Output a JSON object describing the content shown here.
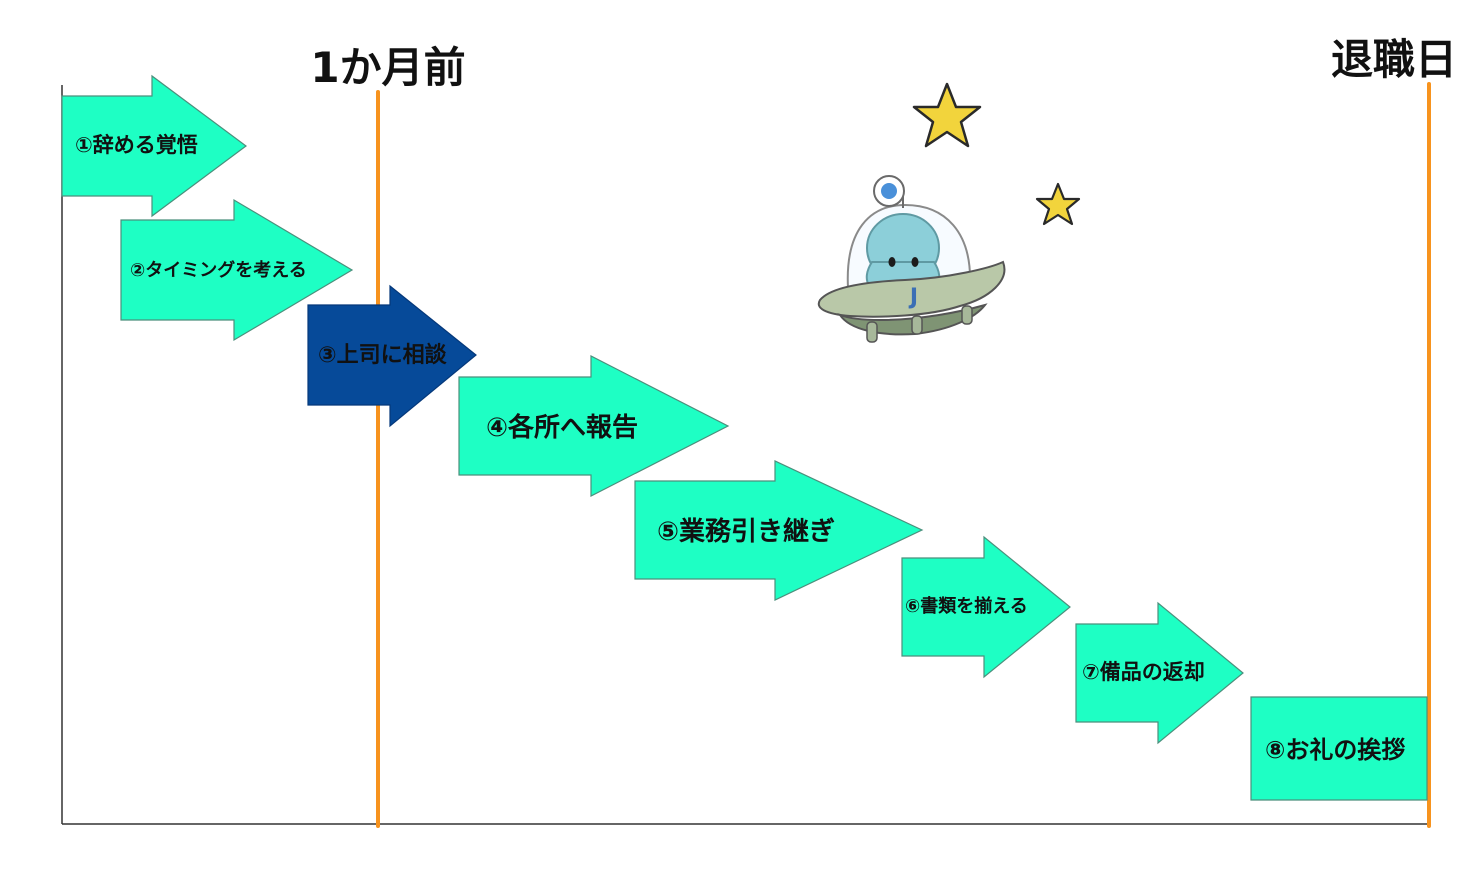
{
  "milestones": {
    "one_month_before": "1か月前",
    "retirement_day": "退職日"
  },
  "steps": [
    {
      "label": "①辞める覚悟",
      "highlight": false
    },
    {
      "label": "②タイミングを考える",
      "highlight": false
    },
    {
      "label": "③上司に相談",
      "highlight": true
    },
    {
      "label": "④各所へ報告",
      "highlight": false
    },
    {
      "label": "⑤業務引き継ぎ",
      "highlight": false
    },
    {
      "label": "⑥書類を揃える",
      "highlight": false
    },
    {
      "label": "⑦備品の返却",
      "highlight": false
    },
    {
      "label": "⑧お礼の挨拶",
      "highlight": false
    }
  ],
  "colors": {
    "step_fill": "#1effc4",
    "step_stroke": "#4b8f7c",
    "highlight_fill": "#064a99",
    "highlight_text": "#ffffff",
    "milestone_line": "#f7931e",
    "axis": "#333333",
    "star": "#f2d43c",
    "mascot_body": "#8ccfd9",
    "ufo_body": "#a7b89a"
  },
  "decorations": [
    "star-icon",
    "ufo-mascot-icon"
  ]
}
